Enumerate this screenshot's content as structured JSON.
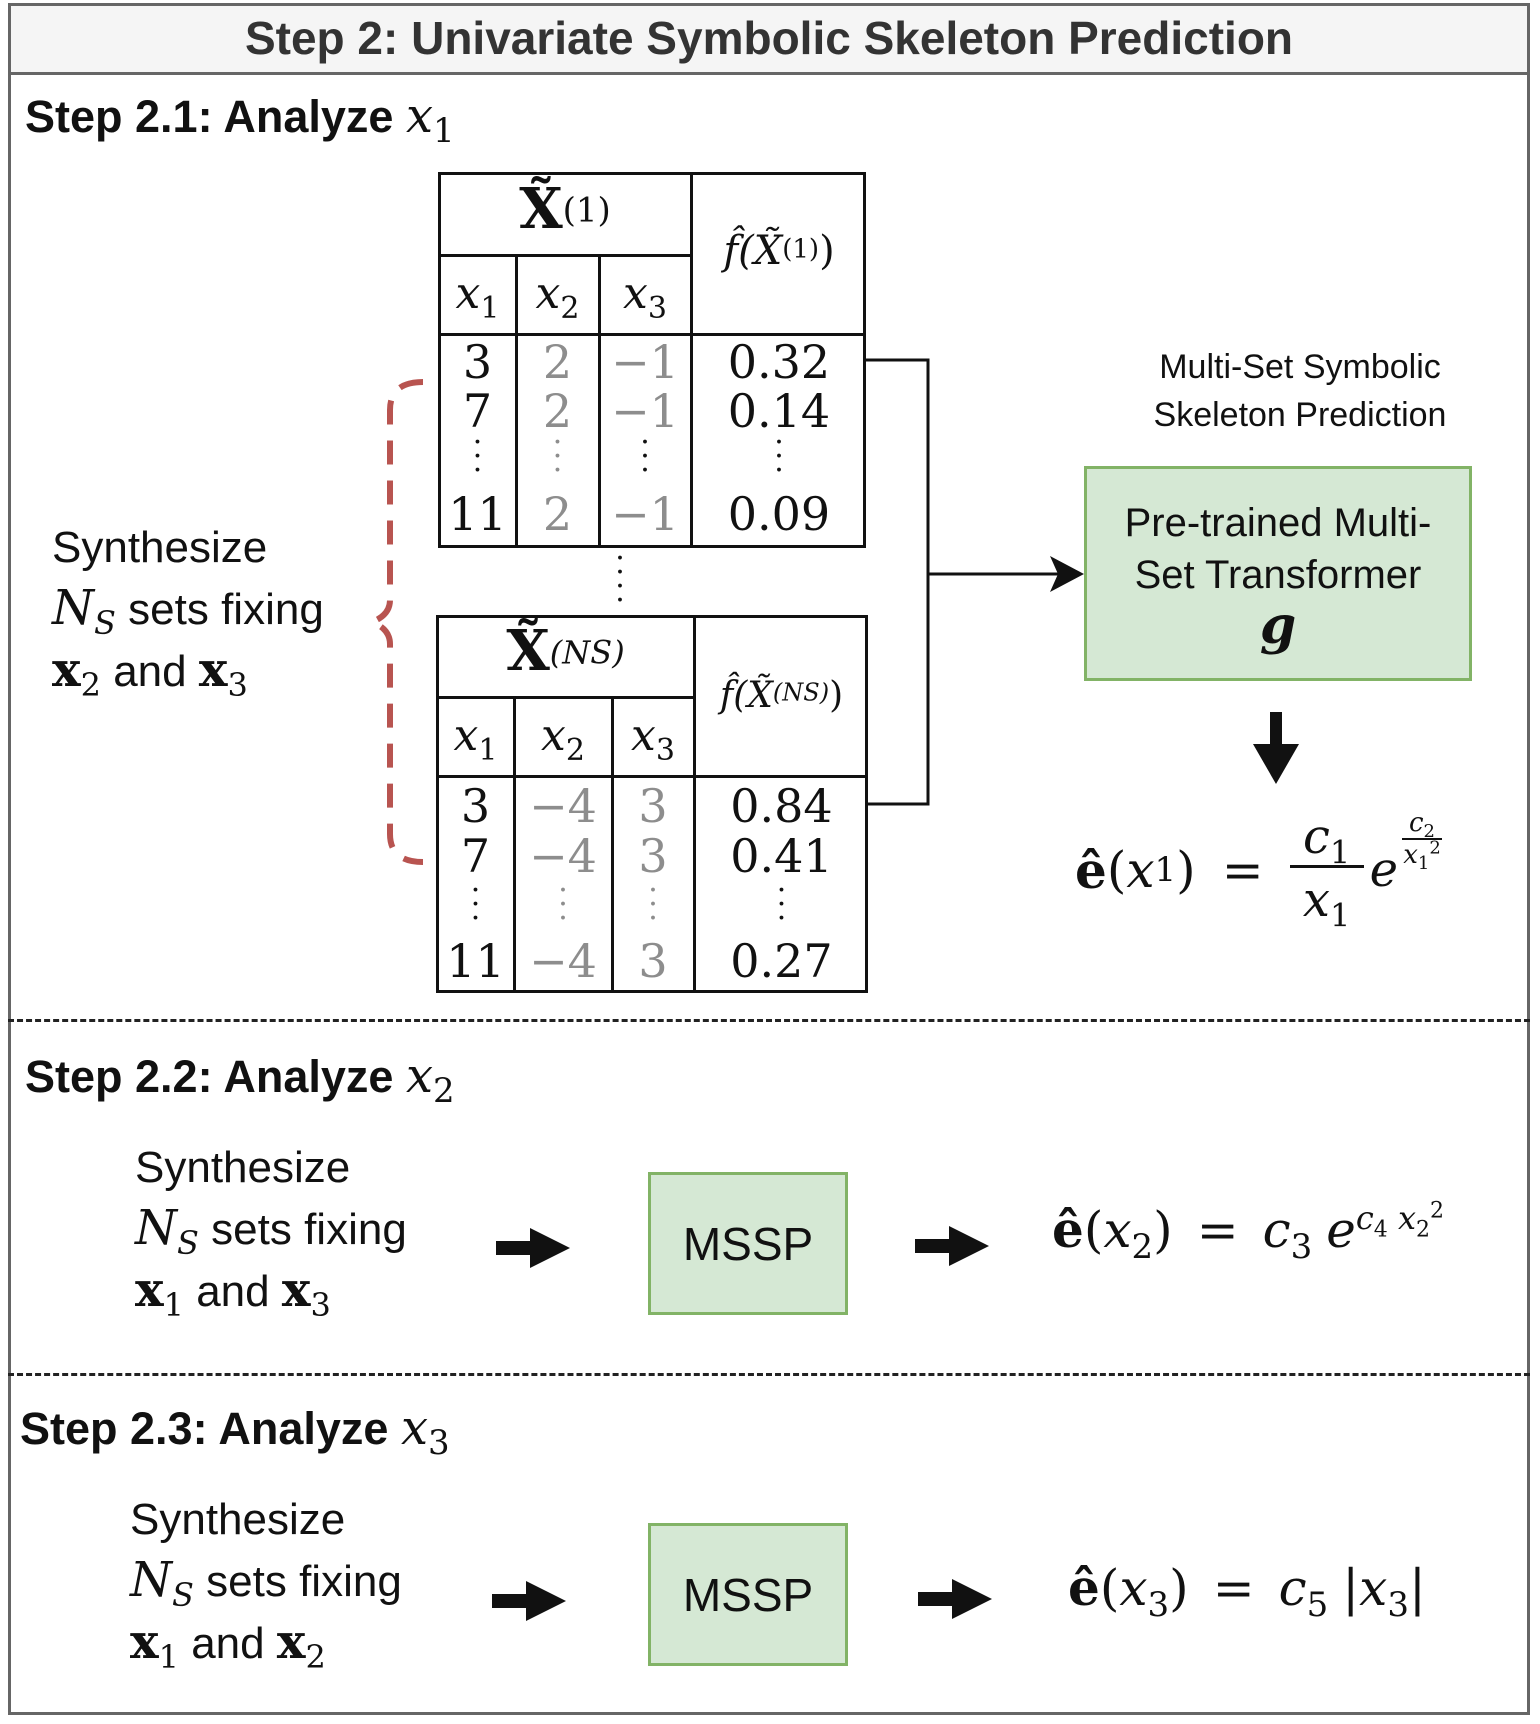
{
  "title": "Step 2: Univariate Symbolic Skeleton Prediction",
  "steps": [
    {
      "label": "Step 2.1: Analyze ",
      "var": "x",
      "sub": "1"
    },
    {
      "label": "Step 2.2: Analyze ",
      "var": "x",
      "sub": "2"
    },
    {
      "label": "Step 2.3: Analyze ",
      "var": "x",
      "sub": "3"
    }
  ],
  "table1": {
    "header": "X̃",
    "header_sup": "(1)",
    "fhat_header": "f̂(X̃",
    "fhat_sup": "(1)",
    "cols": [
      "x1",
      "x2",
      "x3"
    ],
    "x1": [
      "3",
      "7",
      "11"
    ],
    "x2": [
      "2",
      "2",
      "2"
    ],
    "x3": [
      "−1",
      "−1",
      "−1"
    ],
    "f": [
      "0.32",
      "0.14",
      "0.09"
    ]
  },
  "table2": {
    "header": "X̃",
    "header_sup": "(NS)",
    "fhat_header": "f̂(X̃",
    "fhat_sup": "(NS)",
    "cols": [
      "x1",
      "x2",
      "x3"
    ],
    "x1": [
      "3",
      "7",
      "11"
    ],
    "x2": [
      "−4",
      "−4",
      "−4"
    ],
    "x3": [
      "3",
      "3",
      "3"
    ],
    "f": [
      "0.84",
      "0.41",
      "0.27"
    ]
  },
  "synth": {
    "line1": "Synthesize",
    "ns": "N",
    "ns_sub": "S",
    "line2_rest": " sets fixing",
    "and": " and "
  },
  "mssp_caption": {
    "line1": "Multi-Set Symbolic",
    "line2": "Skeleton Prediction"
  },
  "transformer": {
    "line1": "Pre-trained Multi-",
    "line2": "Set Transformer",
    "symbol": "g"
  },
  "mssp_label": "MSSP",
  "colors": {
    "green_fill": "#d5e8d4",
    "green_border": "#82b366",
    "brace": "#b85450",
    "gray_text": "#8d8d8d"
  }
}
